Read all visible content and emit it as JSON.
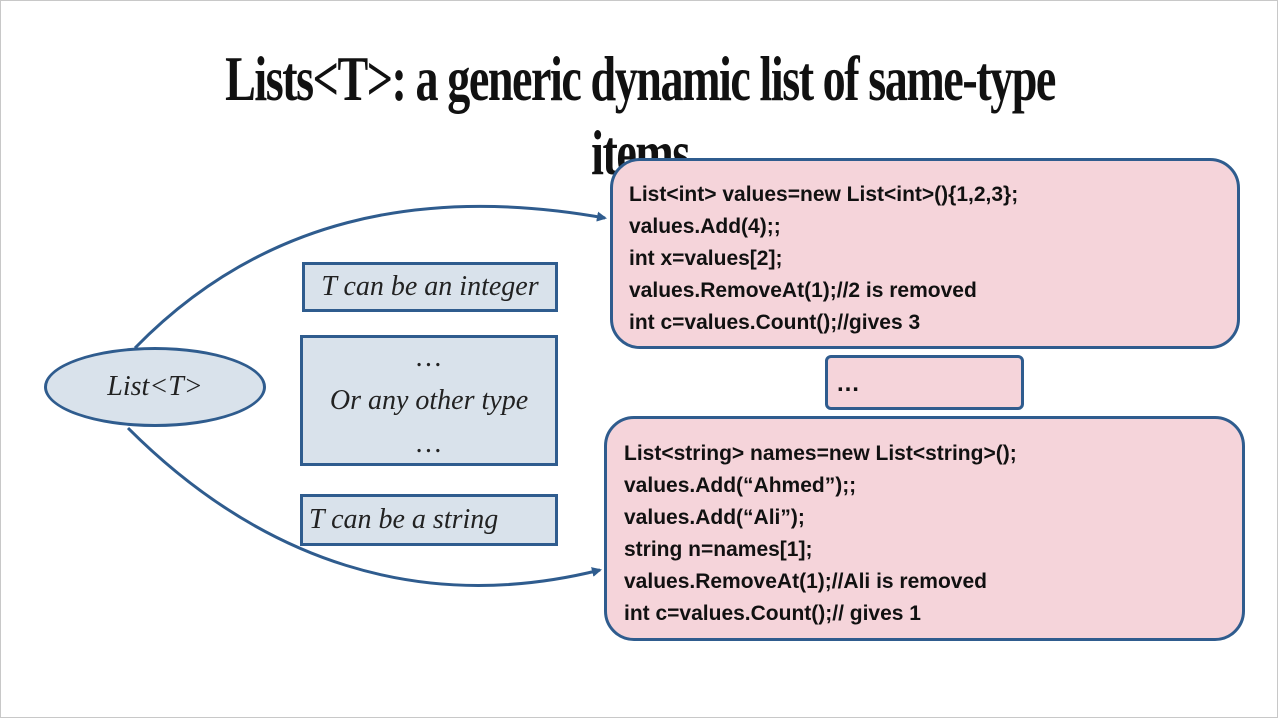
{
  "title": "Lists<T>: a generic dynamic list of same-type items",
  "center_node": {
    "label": "List<T>"
  },
  "type_boxes": {
    "int_label": "T can be an integer",
    "other_lines": [
      "…",
      "Or any other type",
      "…"
    ],
    "string_label": "T can be a string"
  },
  "code_top": {
    "lines": [
      "List<int> values=new List<int>(){1,2,3};",
      "values.Add(4);;",
      "int x=values[2];",
      "values.RemoveAt(1);//2 is removed",
      "int c=values.Count();//gives 3"
    ]
  },
  "ellipsis_box": {
    "label": "…"
  },
  "code_bottom": {
    "lines": [
      "List<string> names=new List<string>();",
      "values.Add(“Ahmed”);;",
      "values.Add(“Ali”);",
      "string n=names[1];",
      "values.RemoveAt(1);//Ali is removed",
      "int c=values.Count();// gives 1"
    ]
  },
  "colors": {
    "border": "#2f5c8e",
    "node_fill": "#d9e2eb",
    "code_fill": "#f5d4da"
  }
}
